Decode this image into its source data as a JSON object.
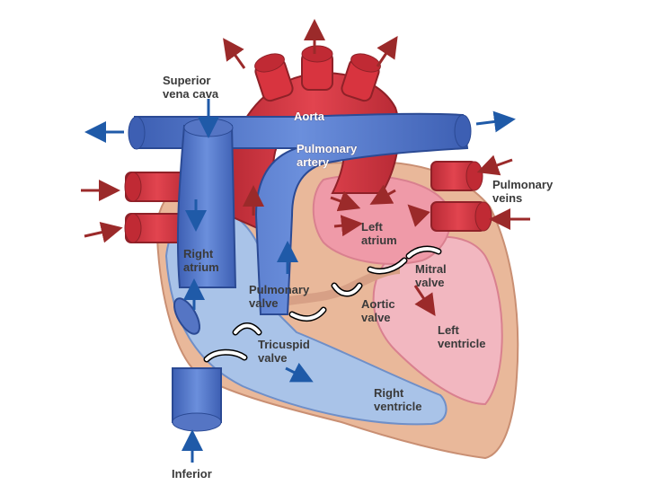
{
  "labels": {
    "superior_vena_cava": "Superior\nvena cava",
    "aorta": "Aorta",
    "pulmonary_artery": "Pulmonary\nartery",
    "pulmonary_veins": "Pulmonary\nveins",
    "left_atrium": "Left\natrium",
    "right_atrium": "Right\natrium",
    "mitral_valve": "Mitral\nvalve",
    "pulmonary_valve": "Pulmonary\nvalve",
    "aortic_valve": "Aortic\nvalve",
    "left_ventricle": "Left\nventricle",
    "tricuspid_valve": "Tricuspid\nvalve",
    "right_ventricle": "Right\nventricle",
    "inferior": "Inferior"
  },
  "colors": {
    "oxygenated": "#d8343f",
    "deoxygenated": "#4a6fc7",
    "arrow_red": "#9b2a2a",
    "arrow_blue": "#1f5aa8",
    "pericardium": "#e9b89a",
    "left_chamber": "#f2b7c0",
    "right_chamber": "#a9c3e8"
  }
}
